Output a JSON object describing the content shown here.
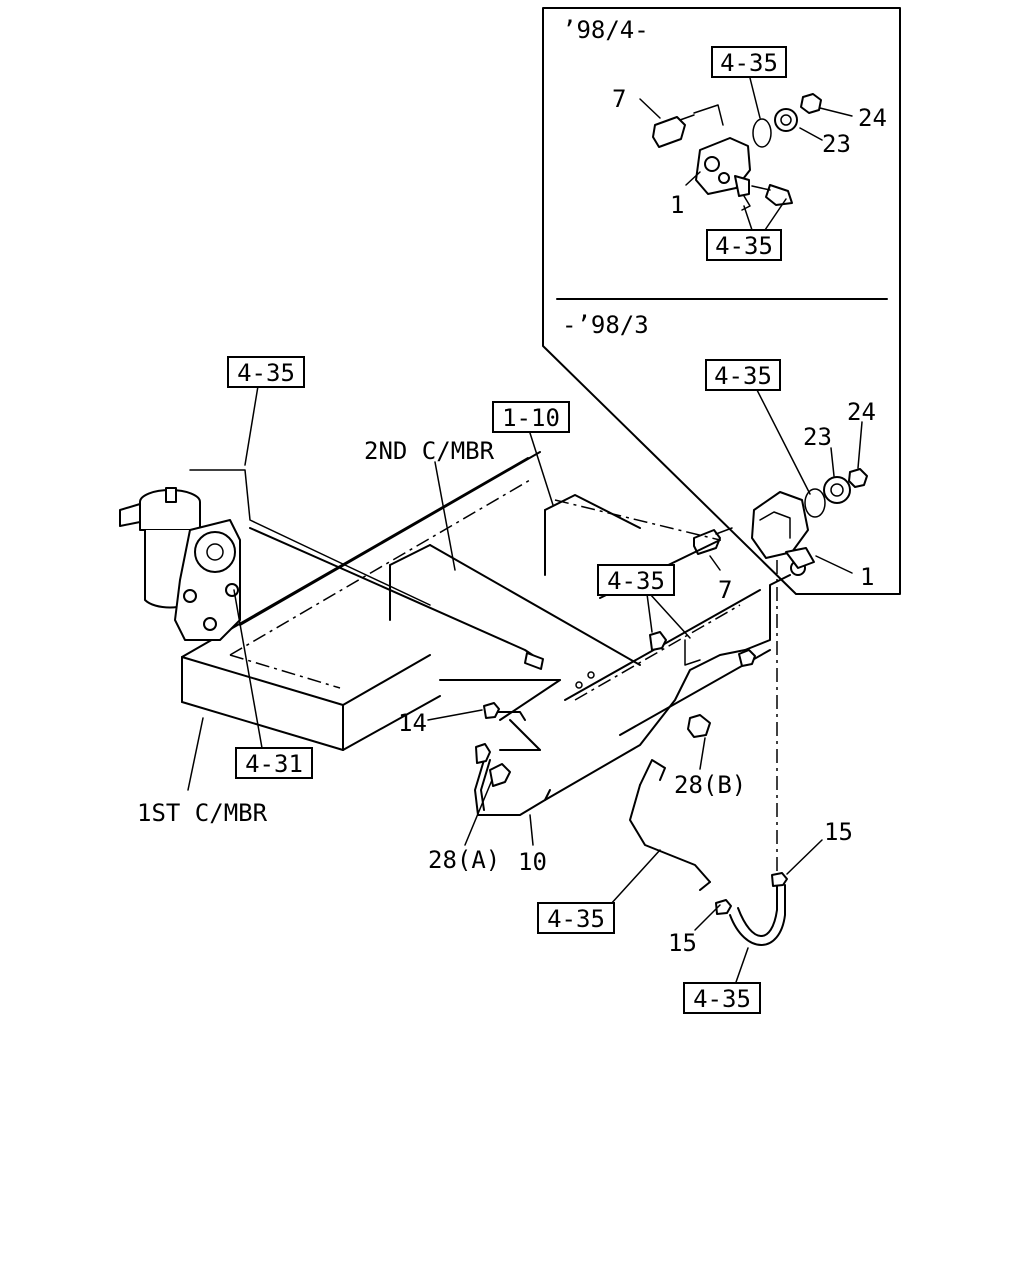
{
  "inset": {
    "title_top": "’98/4-",
    "title_bottom": "-’98/3"
  },
  "labels": {
    "box_4_35": "4-35",
    "box_1_10": "1-10",
    "box_4_31": "4-31",
    "second_cmbr": "2ND C/MBR",
    "first_cmbr": "1ST C/MBR",
    "p1": "1",
    "p7": "7",
    "p10": "10",
    "p14": "14",
    "p15": "15",
    "p23": "23",
    "p24": "24",
    "p28a": "28(A)",
    "p28b": "28(B)"
  }
}
